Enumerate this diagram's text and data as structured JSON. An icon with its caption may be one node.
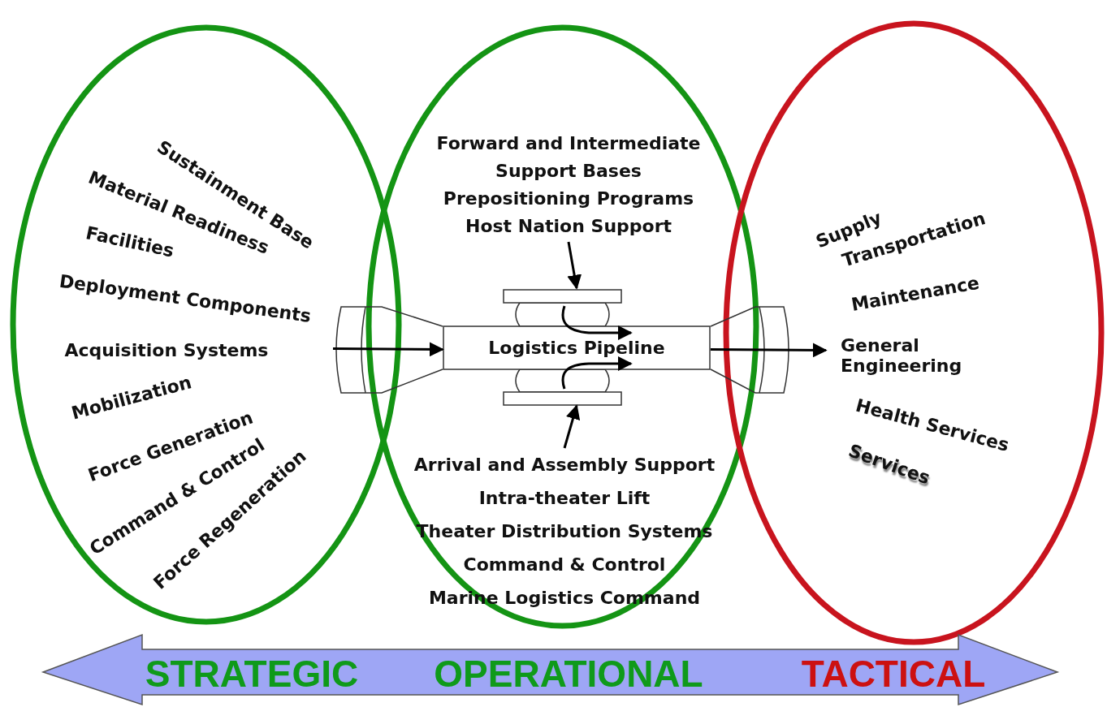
{
  "diagram": {
    "nodes": [
      {
        "text": [
          "Sustainment Base",
          "Material Readiness",
          "Facilities",
          "Deployment Components",
          "Acquisition Systems",
          "Mobilization",
          "Force Generation",
          "Command & Control",
          "Force Regeneration"
        ]
      },
      {
        "text": [],
        "shape": "ellipse"
      },
      {
        "text": [
          "Forward and Intermediate Support Bases",
          "Prepositioning Programs",
          "Host Nation Support"
        ],
        "in": 1
      },
      {
        "text": [
          "Logistics Pipeline"
        ],
        "in": 1
      },
      {
        "text": [
          "Arrival and Assembly Support",
          "Intra-theater Lift",
          "Theater Distribution Systems",
          "Command & Control",
          "Marine Logistics Command"
        ],
        "in": 1
      },
      {
        "text": [
          "Supply",
          "Transportation",
          "Maintenance",
          "General Engineering",
          "Health Services",
          "Services"
        ]
      },
      {
        "text": [
          "STRATEGIC",
          "OPERATIONAL",
          "TACTICAL"
        ]
      }
    ],
    "edges": [
      {
        "from": 0,
        "to": 3,
        "arrow": "to"
      },
      {
        "from": 3,
        "to": 5,
        "arrow": "to"
      },
      {
        "from": 2,
        "to": 3,
        "arrow": "to"
      },
      {
        "from": 4,
        "to": 3,
        "arrow": "to"
      }
    ]
  }
}
